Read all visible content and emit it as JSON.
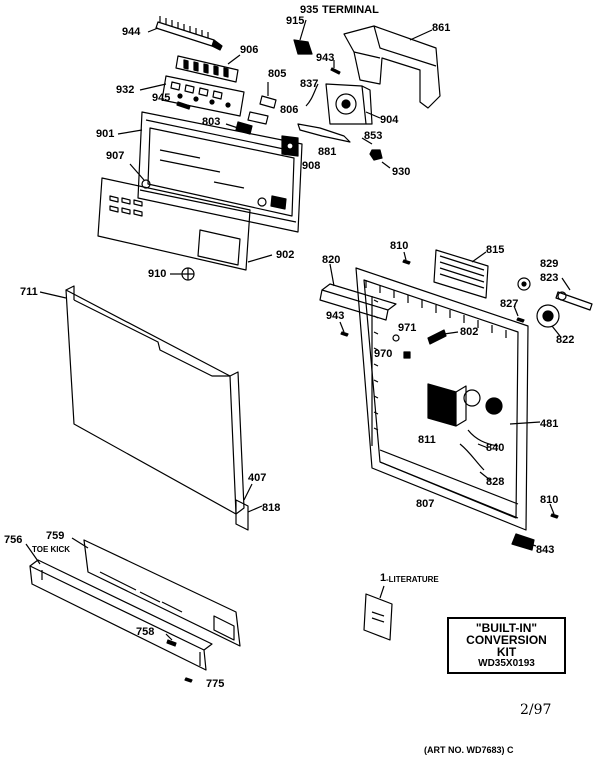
{
  "diagram": {
    "parts": [
      {
        "id": "p944",
        "label": "944"
      },
      {
        "id": "p935",
        "label": "935"
      },
      {
        "id": "p915",
        "label": "915"
      },
      {
        "id": "p861",
        "label": "861"
      },
      {
        "id": "p906",
        "label": "906"
      },
      {
        "id": "p943a",
        "label": "943"
      },
      {
        "id": "p805",
        "label": "805"
      },
      {
        "id": "p932",
        "label": "932"
      },
      {
        "id": "p837",
        "label": "837"
      },
      {
        "id": "p945",
        "label": "945"
      },
      {
        "id": "p806",
        "label": "806"
      },
      {
        "id": "p803",
        "label": "803"
      },
      {
        "id": "p904",
        "label": "904"
      },
      {
        "id": "p901",
        "label": "901"
      },
      {
        "id": "p853",
        "label": "853"
      },
      {
        "id": "p881",
        "label": "881"
      },
      {
        "id": "p907",
        "label": "907"
      },
      {
        "id": "p908",
        "label": "908"
      },
      {
        "id": "p930",
        "label": "930"
      },
      {
        "id": "p810a",
        "label": "810"
      },
      {
        "id": "p815",
        "label": "815"
      },
      {
        "id": "p829",
        "label": "829"
      },
      {
        "id": "p902",
        "label": "902"
      },
      {
        "id": "p820",
        "label": "820"
      },
      {
        "id": "p823",
        "label": "823"
      },
      {
        "id": "p910",
        "label": "910"
      },
      {
        "id": "p711",
        "label": "711"
      },
      {
        "id": "p827",
        "label": "827"
      },
      {
        "id": "p943b",
        "label": "943"
      },
      {
        "id": "p971",
        "label": "971"
      },
      {
        "id": "p802",
        "label": "802"
      },
      {
        "id": "p822",
        "label": "822"
      },
      {
        "id": "p970",
        "label": "970"
      },
      {
        "id": "p481",
        "label": "481"
      },
      {
        "id": "p811",
        "label": "811"
      },
      {
        "id": "p840",
        "label": "840"
      },
      {
        "id": "p407",
        "label": "407"
      },
      {
        "id": "p828",
        "label": "828"
      },
      {
        "id": "p818",
        "label": "818"
      },
      {
        "id": "p807",
        "label": "807"
      },
      {
        "id": "p810b",
        "label": "810"
      },
      {
        "id": "p843",
        "label": "843"
      },
      {
        "id": "p759",
        "label": "759"
      },
      {
        "id": "p756",
        "label": "756"
      },
      {
        "id": "p1",
        "label": "1"
      },
      {
        "id": "p758",
        "label": "758"
      },
      {
        "id": "p775",
        "label": "775"
      }
    ],
    "terminal_label": "TERMINAL",
    "toe_kick_label": "TOE KICK",
    "literature_label": "-LITERATURE",
    "kit": {
      "line1": "\"BUILT-IN\"",
      "line2": "CONVERSION",
      "line3": "KIT",
      "part_number": "WD35X0193"
    },
    "date": "2/97",
    "art_number": "(ART NO. WD7683) C"
  }
}
